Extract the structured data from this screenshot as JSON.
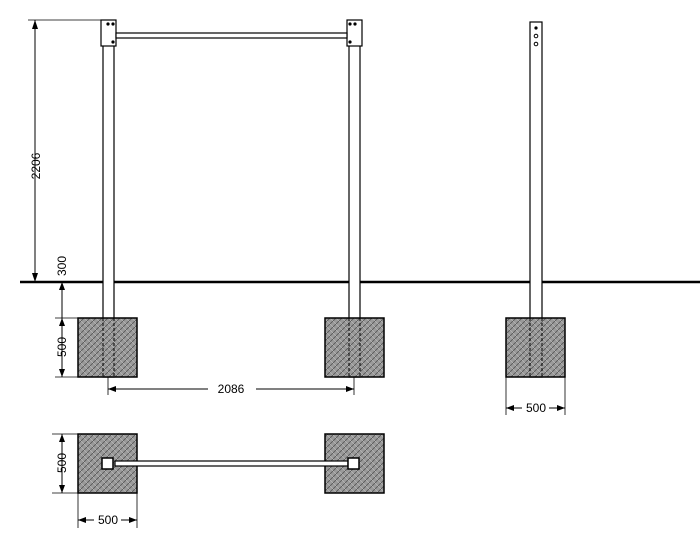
{
  "dimensions": {
    "post_height": "2206",
    "embed_depth": "300",
    "footing_depth": "500",
    "post_spacing": "2086",
    "side_footing_width": "500",
    "plan_footing_depth": "500",
    "plan_footing_width": "500"
  },
  "colors": {
    "line": "#000000",
    "footing_fill": "#8f8f8f",
    "background": "#ffffff"
  }
}
